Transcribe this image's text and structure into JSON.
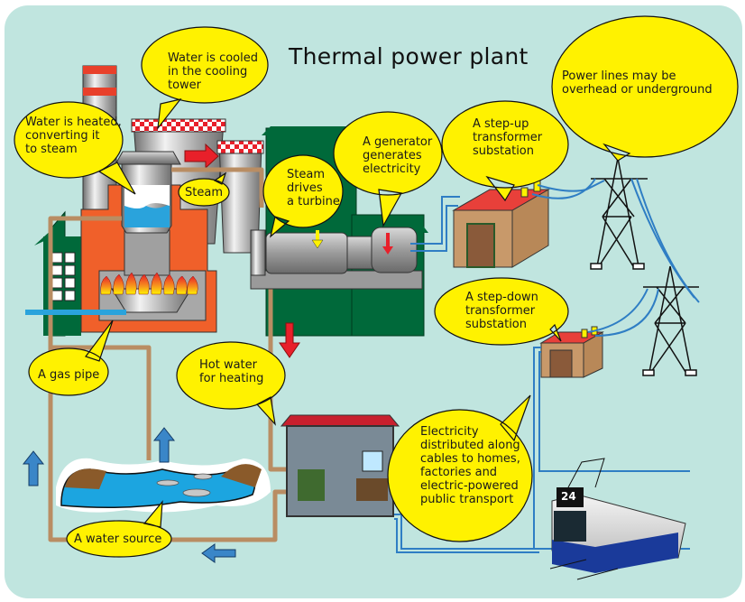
{
  "title": "Thermal power plant",
  "colors": {
    "background": "#c0e5df",
    "callout": "#fff200",
    "building_green": "#00693a",
    "boiler_orange": "#f0602a",
    "pipe_brown": "#b98d63",
    "gas_pipe_blue": "#2aa3dc",
    "cable_blue": "#2f7ec4",
    "arrow_red": "#e8202a",
    "arrow_blue": "#3a86c8",
    "substation_roof": "#e8403a",
    "substation_wall": "#c8996a",
    "house_roof": "#c8202e"
  },
  "callouts": {
    "cooling_tower": "Water is cooled\nin the cooling\ntower",
    "boiler": "Water  is heated,\nconverting it\nto steam",
    "steam": "Steam",
    "turbine": "Steam\ndrives\na turbine",
    "generator": "A generator\ngenerates\nelectricity",
    "step_up": "A step-up\ntransformer\nsubstation",
    "power_lines": "Power lines may be\noverhead or underground",
    "step_down": "A step-down\ntransformer\nsubstation",
    "gas_pipe": "A gas pipe",
    "hot_water": "Hot water\nfor heating",
    "water_source": "A water  source",
    "distribution": "Electricity\ndistributed  along\ncables to homes,\nfactories and\nelectric-powered\npublic transport"
  },
  "tram": {
    "route_number": "24"
  },
  "icons": {
    "chimney": "chimney-icon",
    "cooling_tower": "cooling-tower-icon",
    "boiler": "boiler-icon",
    "flames": "flame-icon",
    "turbine": "turbine-icon",
    "generator": "generator-icon",
    "substation": "substation-icon",
    "pylon": "pylon-icon",
    "lake": "lake-icon",
    "fish": "fish-icon",
    "house": "house-icon",
    "tram": "tram-icon"
  }
}
